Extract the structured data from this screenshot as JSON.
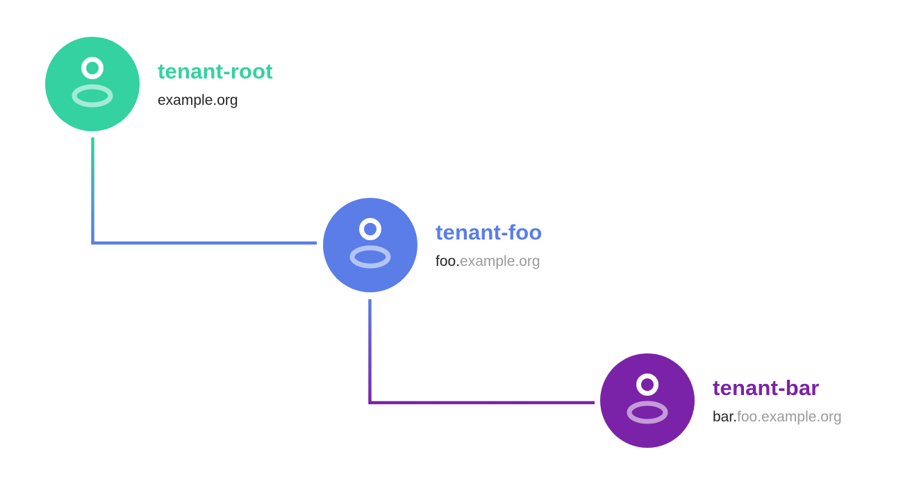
{
  "background": "#ffffff",
  "text_colors": {
    "dark": "#252525",
    "gray": "#9b9b9b"
  },
  "nodes": [
    {
      "id": "tenant-root",
      "title": "tenant-root",
      "domain_dark": "example.org",
      "domain_gray": "",
      "color": "#33d2a0",
      "icon": "user-icon"
    },
    {
      "id": "tenant-foo",
      "title": "tenant-foo",
      "domain_dark": "foo.",
      "domain_gray": "example.org",
      "color": "#5a7de8",
      "icon": "user-icon"
    },
    {
      "id": "tenant-bar",
      "title": "tenant-bar",
      "domain_dark": "bar.",
      "domain_gray": "foo.example.org",
      "color": "#7a22a8",
      "icon": "user-icon"
    }
  ],
  "connectors": [
    {
      "from": "tenant-root",
      "to": "tenant-foo",
      "gradient": [
        "#33d2a0",
        "#5a7de8"
      ]
    },
    {
      "from": "tenant-foo",
      "to": "tenant-bar",
      "gradient": [
        "#5a7de8",
        "#7a22a8"
      ]
    }
  ]
}
